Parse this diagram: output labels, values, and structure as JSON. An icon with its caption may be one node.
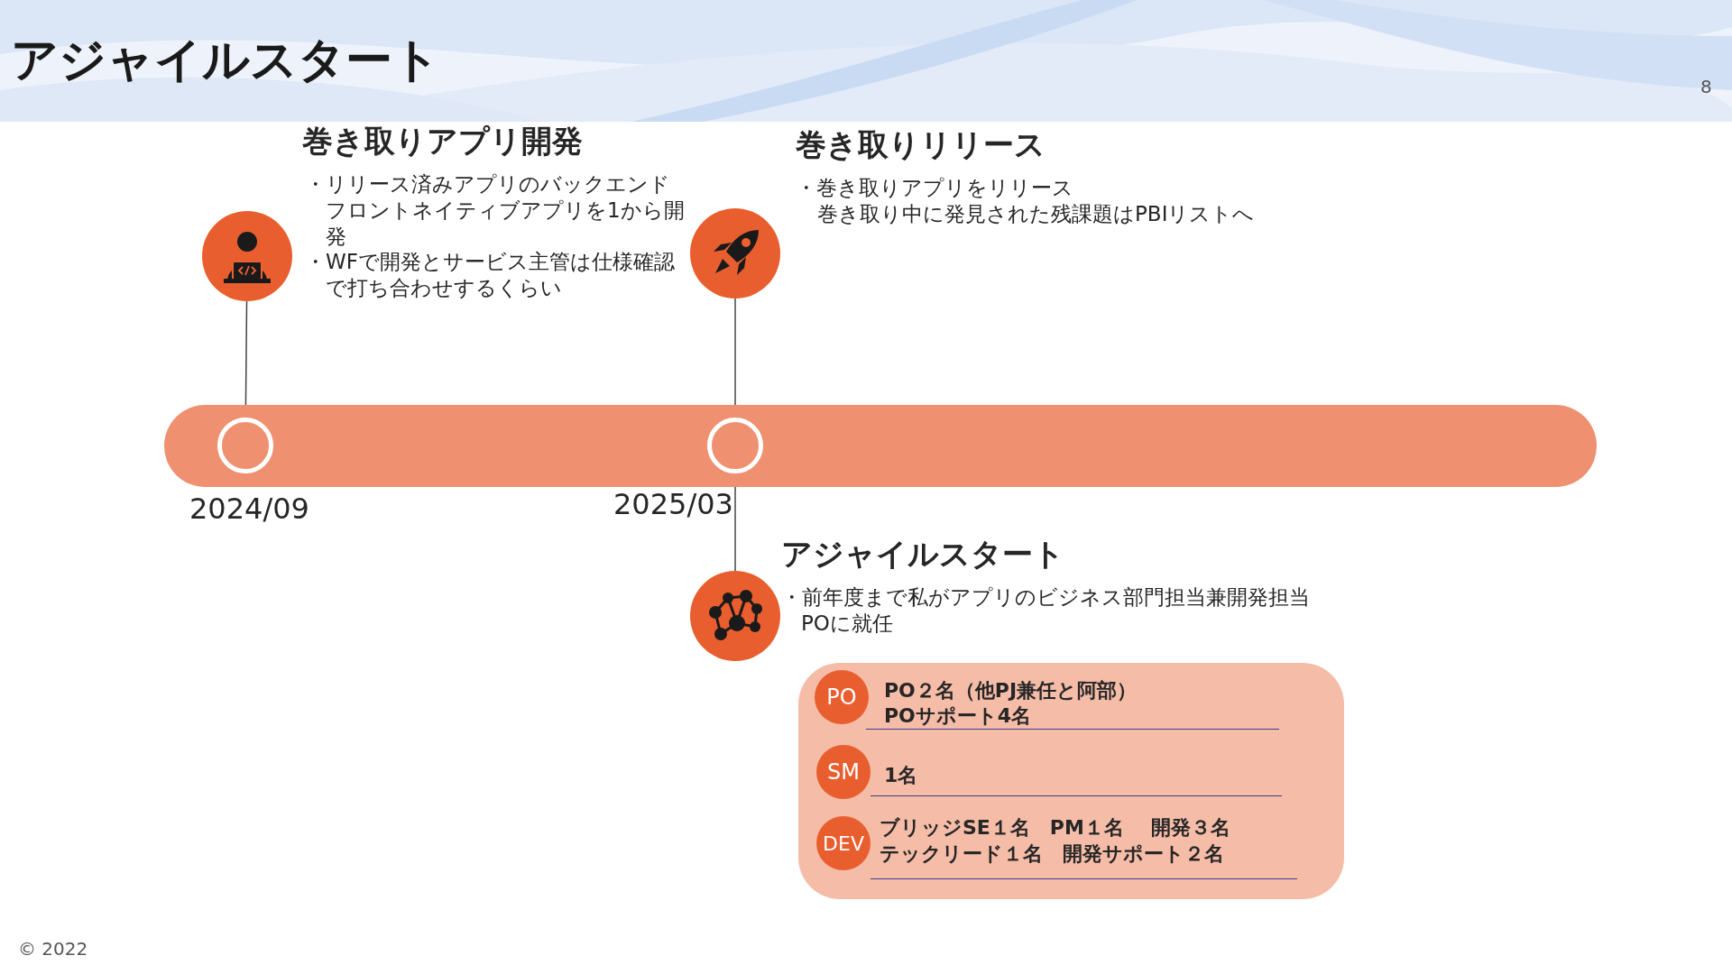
{
  "diagram": {
    "title": "アジャイルスタート",
    "nodes": [
      {
        "text": [],
        "shape": "bar"
      },
      {
        "text": [],
        "shape": "circle",
        "in": 0,
        "beside": [
          "2024/09"
        ]
      },
      {
        "text": [],
        "shape": "circle",
        "in": 0,
        "beside": [
          "2025/03"
        ]
      },
      {
        "text": [],
        "shape": "circle",
        "beside": [
          "巻き取りアプリ開発",
          "・リリース済みアプリのバックエンドフロントネイティブアプリを1から開発",
          "・WFで開発とサービス主管は仕様確認で打ち合わせするくらい"
        ]
      },
      {
        "text": [],
        "shape": "circle",
        "beside": [
          "巻き取りリリース",
          "・巻き取りアプリをリリース",
          "巻き取り中に発見された残課題はPBIリストへ"
        ]
      },
      {
        "text": [],
        "shape": "circle",
        "beside": [
          "アジャイルスタート",
          "・前年度まで私がアプリのビジネス部門担当兼開発担当",
          "POに就任"
        ]
      },
      {
        "text": [],
        "shape": "box"
      },
      {
        "text": [
          "PO"
        ],
        "in": 6,
        "beside": [
          "PO２名（他PJ兼任と阿部）",
          "POサポート4名"
        ]
      },
      {
        "text": [
          "SM"
        ],
        "in": 6,
        "beside": [
          "1名"
        ]
      },
      {
        "text": [
          "DEV"
        ],
        "in": 6,
        "beside": [
          "ブリッジSE１名　PM１名　 開発３名",
          "テックリード１名　開発サポート２名"
        ]
      }
    ],
    "edges": [
      {
        "from": 3,
        "to": 1,
        "arrow": "none"
      },
      {
        "from": 4,
        "to": 2,
        "arrow": "none"
      },
      {
        "from": 2,
        "to": 5,
        "arrow": "none"
      }
    ],
    "labels": [
      "8",
      "© 2022"
    ]
  }
}
